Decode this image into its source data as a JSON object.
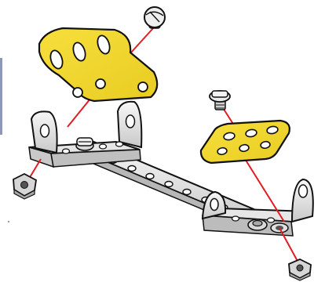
{
  "illustration": {
    "subject": "exploded-assembly-diagram",
    "colors": {
      "background": "#ffffff",
      "metal_light": "#f0f0f0",
      "metal_mid": "#d7d7d7",
      "metal_dark": "#a9a9a9",
      "outline": "#111111",
      "plate_yellow": "#f2d936",
      "assembly_line": "#e31b23",
      "edge_accent": "#8f96b8"
    },
    "parts": [
      {
        "name": "flanged-plate-left",
        "color": "plate_yellow"
      },
      {
        "name": "flanged-plate-right",
        "color": "plate_yellow"
      },
      {
        "name": "perforated-strip",
        "color": "metal_light"
      },
      {
        "name": "angle-bracket-left",
        "color": "metal_light"
      },
      {
        "name": "angle-bracket-right",
        "color": "metal_light"
      },
      {
        "name": "bolt-top",
        "color": "metal_mid"
      },
      {
        "name": "bolt-right",
        "color": "metal_mid"
      },
      {
        "name": "nut-left",
        "color": "metal_mid"
      },
      {
        "name": "nut-right",
        "color": "metal_mid"
      }
    ]
  }
}
